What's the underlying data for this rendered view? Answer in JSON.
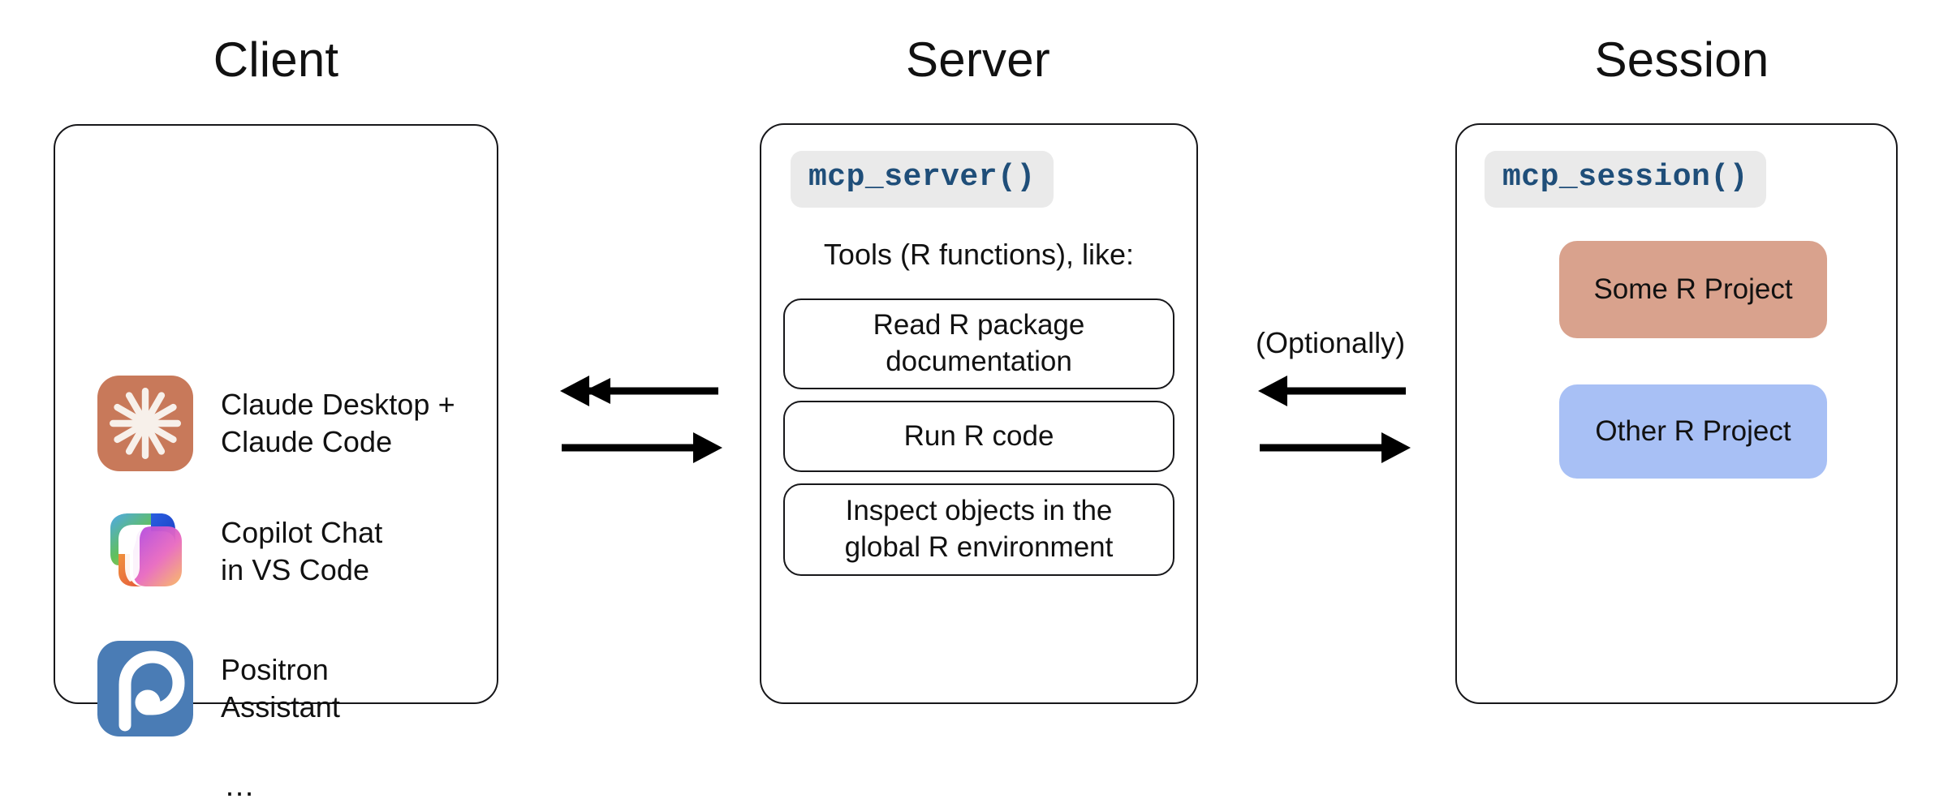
{
  "headings": {
    "client": "Client",
    "server": "Server",
    "session": "Session"
  },
  "client": {
    "items": [
      {
        "icon": "claude-icon",
        "label": "Claude Desktop +\nClaude Code"
      },
      {
        "icon": "copilot-icon",
        "label": "Copilot Chat\nin VS Code"
      },
      {
        "icon": "positron-icon",
        "label": "Positron\nAssistant"
      }
    ],
    "ellipsis": "…"
  },
  "server": {
    "code_pill": "mcp_server()",
    "tools_caption": "Tools (R functions), like:",
    "tools": [
      "Read R package\ndocumentation",
      "Run R code",
      "Inspect objects in the\nglobal R environment"
    ]
  },
  "session": {
    "code_pill": "mcp_session()",
    "projects": [
      {
        "label": "Some R Project",
        "color": "#D9A28D"
      },
      {
        "label": "Other R Project",
        "color": "#A8C0F5"
      }
    ]
  },
  "connectors": {
    "left": {
      "optional_note": ""
    },
    "right": {
      "optional_note": "(Optionally)"
    }
  },
  "colors": {
    "panel_border": "#17171a",
    "code_text": "#1f4e79",
    "code_pill_bg": "#eaeaea",
    "claude_icon_bg": "#C8795A",
    "claude_icon_fg": "#F6EFE9",
    "positron_icon_bg": "#4A7CB5",
    "positron_icon_fg": "#ffffff",
    "project_salmon": "#D9A28D",
    "project_blue": "#A8C0F5",
    "arrow": "#000000",
    "text": "#111111"
  }
}
